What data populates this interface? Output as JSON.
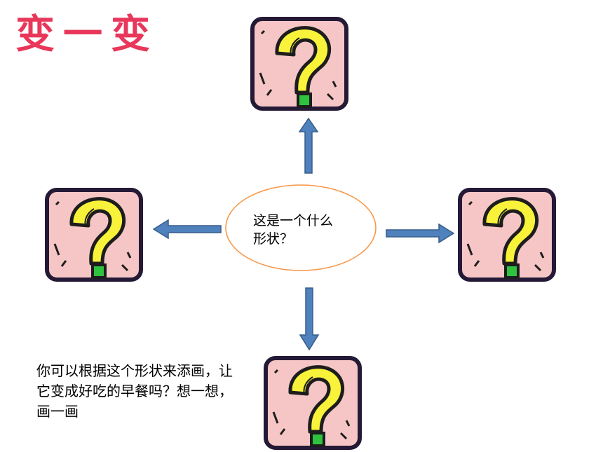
{
  "title": "变一变",
  "center_text": "这是一个什么形状？",
  "bottom_text": "你可以根据这个形状来添画，让它变成好吃的早餐吗？想一想，画一画",
  "colors": {
    "title": "#e8375a",
    "box_fill": "#f6c6c6",
    "box_border": "#241a36",
    "question_mark": "#f9f23a",
    "question_dot": "#2fc23f",
    "arrow_fill": "#4f81bd",
    "arrow_stroke": "#385d8a",
    "ellipse_stroke": "#f79646"
  },
  "icons": {
    "question_box": "question-mark-icon",
    "arrows": [
      "arrow-up-icon",
      "arrow-left-icon",
      "arrow-right-icon",
      "arrow-down-icon"
    ]
  }
}
